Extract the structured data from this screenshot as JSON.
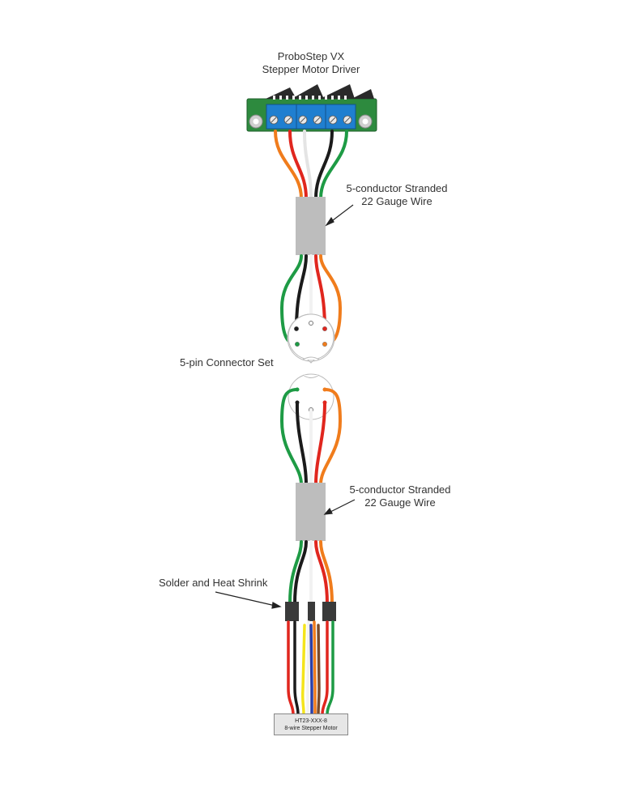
{
  "driver": {
    "title_line1": "ProboStep VX",
    "title_line2": "Stepper Motor Driver"
  },
  "cable_top": {
    "line1": "5-conductor Stranded",
    "line2": "22 Gauge Wire"
  },
  "connector": {
    "label": "5-pin Connector Set"
  },
  "cable_bottom": {
    "line1": "5-conductor Stranded",
    "line2": "22 Gauge Wire"
  },
  "solder": {
    "label": "Solder and Heat Shrink"
  },
  "motor": {
    "line1": "HT23-XXX-8",
    "line2": "8-wire Stepper Motor"
  },
  "colors": {
    "orange": "#f07c1c",
    "red": "#e0261e",
    "white": "#f2f2f2",
    "black": "#1b1b1b",
    "green": "#1e9b45",
    "yellow": "#f4e41c",
    "blue": "#2b3fa8",
    "brown": "#7a4a2a",
    "board": "#2d8a3e",
    "terminal": "#1f7fd0",
    "sleeve": "#bdbdbd",
    "shrink": "#3a3a3a"
  }
}
